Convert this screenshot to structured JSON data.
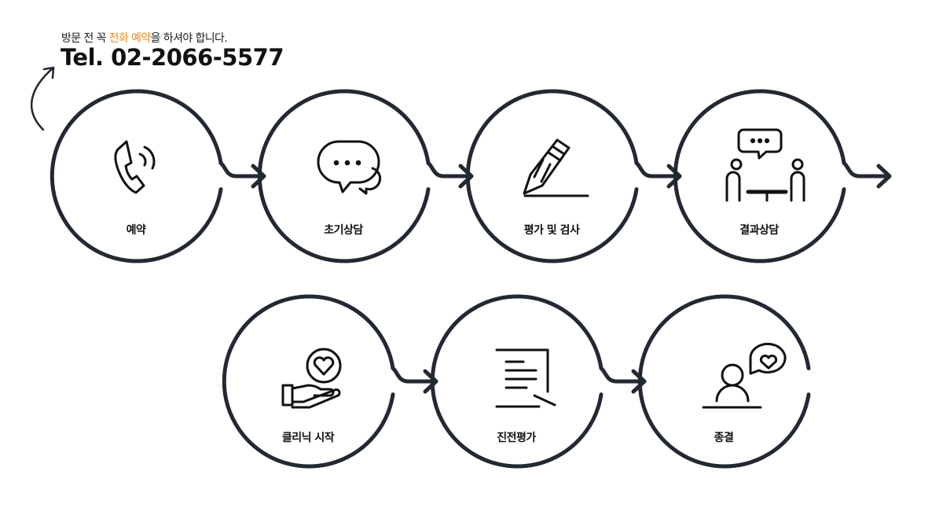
{
  "notice": {
    "prefix": "방문 전 꼭 ",
    "highlight": "전화 예약",
    "suffix": "을 하셔야 합니다."
  },
  "tel": "Tel. 02-2066-5577",
  "colors": {
    "ring": "#232933",
    "highlight": "#f08b1d",
    "text": "#111111"
  },
  "steps": [
    {
      "label": "예약",
      "icon": "phone-icon"
    },
    {
      "label": "초기상담",
      "icon": "chat-bubbles-icon"
    },
    {
      "label": "평가 및 검사",
      "icon": "pencil-icon"
    },
    {
      "label": "결과상담",
      "icon": "consultation-icon"
    },
    {
      "label": "클리닉 시작",
      "icon": "heart-hand-icon"
    },
    {
      "label": "진전평가",
      "icon": "document-icon"
    },
    {
      "label": "종결",
      "icon": "person-heart-icon"
    }
  ]
}
